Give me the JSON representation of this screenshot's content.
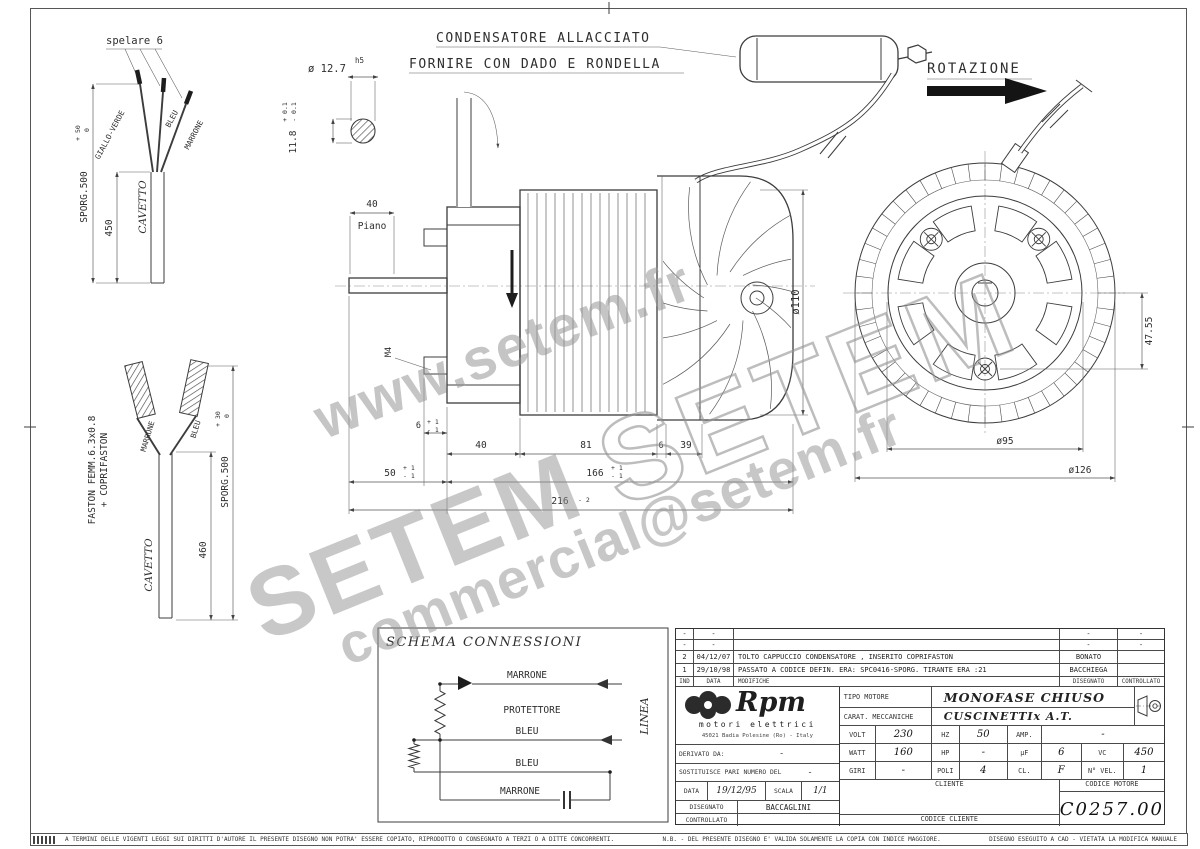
{
  "sheet": {
    "footer_legal": "A TERMINI DELLE VIGENTI LEGGI SUI DIRITTI D'AUTORE IL PRESENTE DISEGNO NON POTRA' ESSERE COPIATO, RIPRODOTTO O CONSEGNATO A TERZI O A DITTE CONCORRENTI.",
    "footer_nb": "N.B. - DEL PRESENTE DISEGNO E' VALIDA SOLAMENTE LA COPIA CON INDICE MAGGIORE.",
    "footer_cad": "DISEGNO ESEGUITO A CAD - VIETATA LA MODIFICA MANUALE"
  },
  "watermarks": {
    "url": "www.setem.fr",
    "brand_outline": "SETEM",
    "brand_solid": "SETEM",
    "email": "commercial@setem.fr"
  },
  "callouts": {
    "spelare": "spelare 6",
    "condensatore_1": "CONDENSATORE ALLACCIATO",
    "condensatore_2": "FORNIRE CON DADO E RONDELLA",
    "rotazione": "ROTAZIONE"
  },
  "cable_top": {
    "giallo_verde": "GIALLO-VERDE",
    "bleu": "BLEU",
    "marrone": "MARRONE",
    "sporg": "SPORG.500",
    "sporg_tol_p": "+ 50",
    "sporg_tol_z": "0",
    "len": "450",
    "cavetto": "CAVETTO"
  },
  "cable_bottom": {
    "faston_1": "FASTON FEMM.6.3x0.8",
    "faston_2": "+ COPRIFASTON",
    "marrone": "MARRONE",
    "bleu": "BLEU",
    "sporg": "SPORG.500",
    "sporg_tol_p": "+ 30",
    "sporg_tol_z": "0",
    "len": "460",
    "cavetto": "CAVETTO"
  },
  "detail": {
    "dia": "ø 12.7",
    "fit": "h5",
    "h": "11.8",
    "tol_p": "+ 0.1",
    "tol_m": "- 0.1"
  },
  "motor": {
    "d40_flat": "40",
    "piano": "Piano",
    "m4": "M4",
    "d6a": "6",
    "d40": "40",
    "d81": "81",
    "d6b": "6",
    "d39": "39",
    "d50": "50",
    "d166": "166",
    "d216": "216",
    "tol_p1": "+ 1",
    "tol_m1": "- 1",
    "tol_m2": "- 2",
    "dia110": "ø110",
    "d4755": "47.55",
    "dia95": "ø95",
    "dia126": "ø126"
  },
  "schema": {
    "title": "SCHEMA CONNESSIONI",
    "linea": "LINEA",
    "w_marrone_top": "MARRONE",
    "protettore": "PROTETTORE",
    "w_bleu_1": "BLEU",
    "w_bleu_2": "BLEU",
    "w_marrone_bottom": "MARRONE"
  },
  "title_block": {
    "rev_rows": [
      {
        "ind": "-",
        "date": "-",
        "desc": "",
        "name": "-",
        "ctrl": "-"
      },
      {
        "ind": "-",
        "date": "-",
        "desc": "",
        "name": "-",
        "ctrl": "-"
      },
      {
        "ind": "2",
        "date": "04/12/07",
        "desc": "TOLTO CAPPUCCIO CONDENSATORE , INSERITO COPRIFASTON",
        "name": "BONATO",
        "ctrl": ""
      },
      {
        "ind": "1",
        "date": "29/10/98",
        "desc": "PASSATO A CODICE DEFIN. ERA: SPC0416-SPORG. TIRANTE ERA :21",
        "name": "BACCHIEGA",
        "ctrl": ""
      }
    ],
    "rev_header": {
      "ind": "IND",
      "date": "DATA",
      "desc": "MODIFICHE",
      "name": "DISEGNATO",
      "ctrl": "CONTROLLATO"
    },
    "company": {
      "logo": "Rpm",
      "sub": "motori elettrici",
      "address": "45021 Badia Polesine (Ro) - Italy"
    },
    "labels": {
      "tipo": "TIPO MOTORE",
      "carat": "CARAT. MECCANICHE",
      "volt": "VOLT",
      "hz": "HZ",
      "amp": "AMP.",
      "watt": "WATT",
      "hp": "HP",
      "uf": "μF",
      "vc": "VC",
      "giri": "GIRI",
      "poli": "POLI",
      "cl": "CL.",
      "nvel": "N° VEL.",
      "derivato": "DERIVATO DA:",
      "sostituisce": "SOSTITUISCE PARI NUMERO DEL",
      "data": "DATA",
      "scala": "SCALA",
      "cliente": "CLIENTE",
      "codice_motore": "CODICE MOTORE",
      "disegnato": "DISEGNATO",
      "controllato": "CONTROLLATO",
      "codice_cliente": "CODICE CLIENTE"
    },
    "values": {
      "tipo": "MONOFASE CHIUSO",
      "carat": "CUSCINETTIx A.T.",
      "volt": "230",
      "hz": "50",
      "amp": "-",
      "watt": "160",
      "hp": "-",
      "uf": "6",
      "vc": "450",
      "giri": "-",
      "poli": "4",
      "cl": "F",
      "nvel": "1",
      "derivato": "-",
      "sostituisce": "-",
      "data": "19/12/95",
      "scala": "1/1",
      "disegnato": "BACCAGLINI",
      "controllato": "",
      "codice_motore": "C0257.00"
    }
  }
}
